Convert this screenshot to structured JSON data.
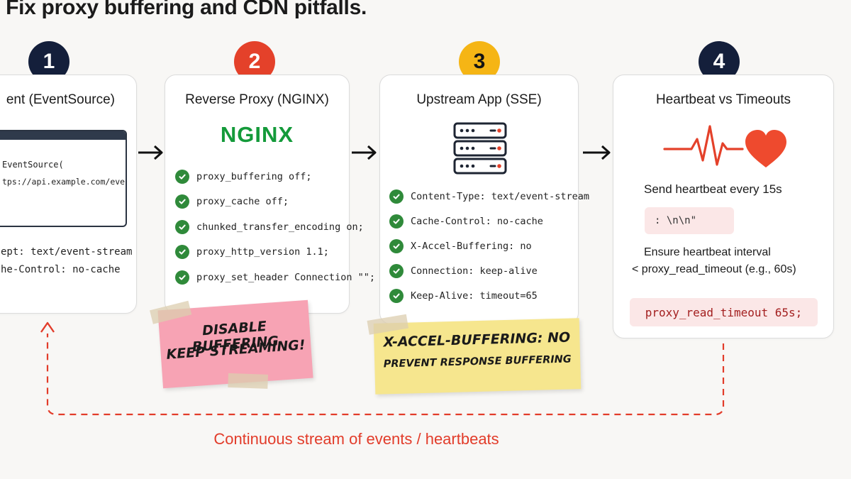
{
  "title": ". Fix proxy buffering and CDN pitfalls.",
  "steps": [
    {
      "number": "1",
      "title": "ent (EventSource)",
      "code": [
        "EventSource(",
        "tps://api.example.com/events\""
      ],
      "headers": [
        "ept: text/event-stream",
        "he-Control: no-cache"
      ],
      "badge_color": "#141f3b"
    },
    {
      "number": "2",
      "title": "Reverse Proxy (NGINX)",
      "logo": "NGINX",
      "items": [
        "proxy_buffering off;",
        "proxy_cache off;",
        "chunked_transfer_encoding on;",
        "proxy_http_version 1.1;",
        "proxy_set_header Connection \"\";"
      ],
      "note_lines": [
        "DISABLE BUFFERING",
        "KEEP STREAMING!"
      ],
      "badge_color": "#e4412a",
      "logo_color": "#149a3a"
    },
    {
      "number": "3",
      "title": "Upstream App (SSE)",
      "items": [
        "Content-Type: text/event-stream",
        "Cache-Control: no-cache",
        "X-Accel-Buffering: no",
        "Connection: keep-alive",
        "Keep-Alive: timeout=65"
      ],
      "note_lines": [
        "X-ACCEL-BUFFERING: NO",
        "PREVENT RESPONSE BUFFERING"
      ],
      "badge_color": "#f5b515"
    },
    {
      "number": "4",
      "title": "Heartbeat vs Timeouts",
      "send_text": "Send heartbeat every 15s",
      "heartbeat_code": ": \\n\\n\"",
      "ensure_line1": "Ensure heartbeat interval",
      "ensure_line2": "< proxy_read_timeout (e.g., 60s)",
      "timeout_code": "proxy_read_timeout 65s;",
      "badge_color": "#141f3b"
    }
  ],
  "footer": "Continuous stream of events / heartbeats",
  "colors": {
    "accent_red": "#e23c2a",
    "check_green": "#2f8a3a",
    "note_pink": "#f7a3b4",
    "note_yellow": "#f6e68e"
  }
}
